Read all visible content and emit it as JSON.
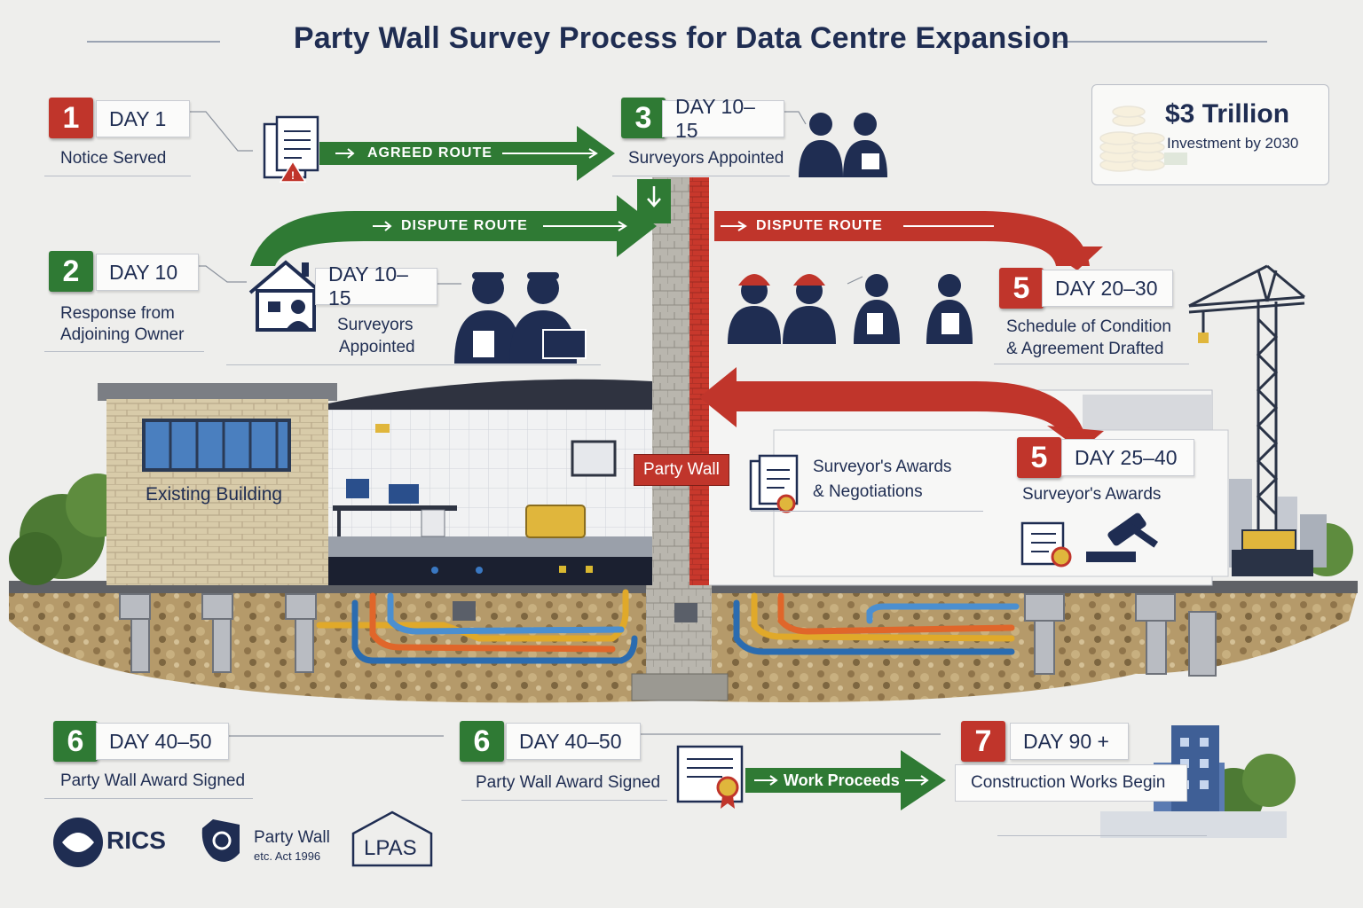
{
  "title": "Party Wall Survey Process for Data Centre Expansion",
  "investment": {
    "amount": "$3 Trillion",
    "caption": "Investment by 2030"
  },
  "steps": [
    {
      "num": "1",
      "day": "DAY 1",
      "label": "Notice Served"
    },
    {
      "num": "2",
      "day": "DAY 10",
      "label_l1": "Response from",
      "label_l2": "Adjoining Owner"
    },
    {
      "num": "3",
      "day": "DAY 10–15",
      "label": "Surveyors Appointed"
    },
    {
      "day": "DAY 10–15",
      "label_l1": "Surveyors",
      "label_l2": "Appointed"
    },
    {
      "num": "5",
      "day": "DAY 20–30",
      "label_l1": "Schedule of Condition",
      "label_l2": "& Agreement Drafted"
    },
    {
      "num": "5",
      "day": "DAY 25–40",
      "label": "Surveyor's Awards"
    },
    {
      "num": "6",
      "day": "DAY 40–50",
      "label": "Party Wall Award Signed"
    },
    {
      "num": "6",
      "day": "DAY 40–50",
      "label": "Party Wall Award Signed"
    },
    {
      "num": "7",
      "day": "DAY 90 +",
      "label": "Construction Works Begin"
    }
  ],
  "routes": {
    "agreed": "AGREED ROUTE",
    "dispute_left": "DISPUTE ROUTE",
    "dispute_right": "DISPUTE ROUTE",
    "work": "Work Proceeds"
  },
  "awards_negotiations": {
    "l1": "Surveyor's Awards",
    "l2": "& Negotiations"
  },
  "labels": {
    "existing_building": "Existing Building",
    "party_wall": "Party Wall"
  },
  "logos": {
    "rics": "RICS",
    "pw_l1": "Party Wall",
    "pw_l2": "etc. Act 1996",
    "lpas": "LPAS"
  },
  "colors": {
    "navy": "#1f2d52",
    "red": "#c0352b",
    "green": "#2f7a34"
  }
}
